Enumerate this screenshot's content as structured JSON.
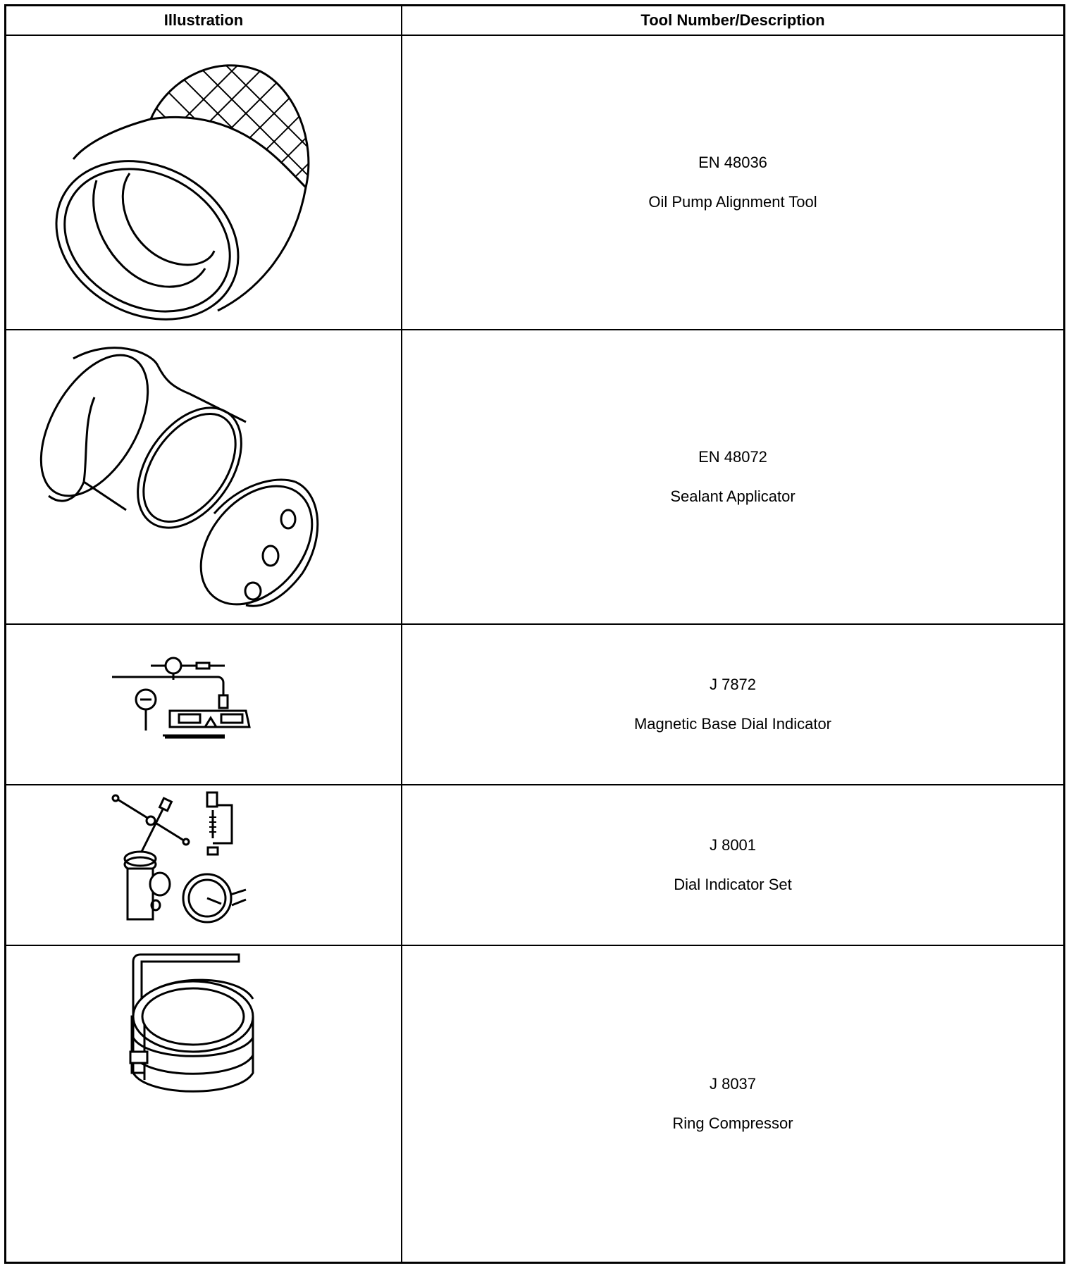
{
  "table": {
    "headers": {
      "illustration": "Illustration",
      "description": "Tool Number/Description"
    },
    "rows": [
      {
        "tool_number": "EN 48036",
        "description": "Oil Pump Alignment Tool",
        "icon": "oil-pump-alignment-tool-icon"
      },
      {
        "tool_number": "EN 48072",
        "description": "Sealant Applicator",
        "icon": "sealant-applicator-icon"
      },
      {
        "tool_number": "J 7872",
        "description": "Magnetic Base Dial Indicator",
        "icon": "magnetic-base-dial-indicator-icon"
      },
      {
        "tool_number": "J 8001",
        "description": "Dial Indicator Set",
        "icon": "dial-indicator-set-icon"
      },
      {
        "tool_number": "J 8037",
        "description": "Ring Compressor",
        "icon": "ring-compressor-icon"
      }
    ]
  }
}
